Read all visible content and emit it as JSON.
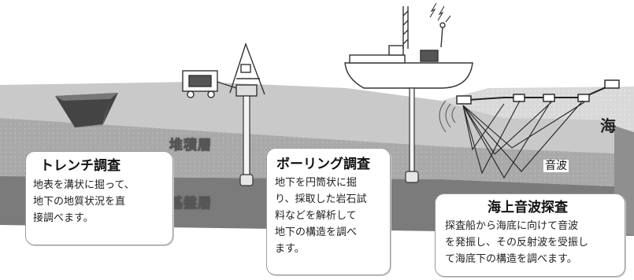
{
  "layers": {
    "sediment": "堆積層",
    "basement": "基盤層"
  },
  "sea_label": "海",
  "wave_label": "音波",
  "methods": {
    "trench": {
      "title": "トレンチ調査",
      "body": "地表を溝状に掘って、\n地下の地質状況を直\n接調べます。"
    },
    "boring": {
      "title": "ボーリング調査",
      "body": "地下を円筒状に掘\nり、採取した岩石試\n料などを解析して\n地下の構造を調べ\nます。"
    },
    "seismic": {
      "title": "海上音波探査",
      "body": "探査船から海底に向けて音波\nを発振し、その反射波を受振し\nて海底下の構造を調べます。"
    }
  }
}
